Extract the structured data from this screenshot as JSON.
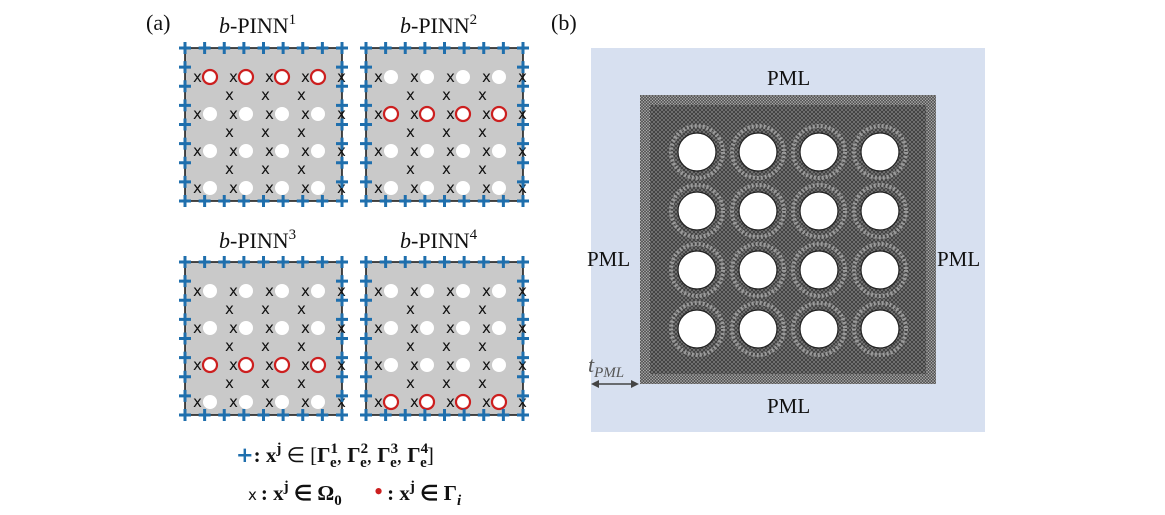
{
  "panel_a": {
    "label": "(a)",
    "subplots": [
      {
        "title_prefix": "b",
        "title_main": "-PINN",
        "title_sup": "1",
        "active_row": 0
      },
      {
        "title_prefix": "b",
        "title_main": "-PINN",
        "title_sup": "2",
        "active_row": 1
      },
      {
        "title_prefix": "b",
        "title_main": "-PINN",
        "title_sup": "3",
        "active_row": 2
      },
      {
        "title_prefix": "b",
        "title_main": "-PINN",
        "title_sup": "4",
        "active_row": 3
      }
    ],
    "grid_rows": 4,
    "grid_cols": 4,
    "interior_marker": "x"
  },
  "legend": {
    "boundary_symbol": "+",
    "boundary_text": ": x",
    "boundary_sup": "j",
    "boundary_in": " ∈ [",
    "gamma_sym": "Γ",
    "gamma_sub": "e",
    "gamma_sups": [
      "1",
      "2",
      "3",
      "4"
    ],
    "comma": ", ",
    "close": "]",
    "domain_symbol": "x",
    "domain_text": ": x",
    "domain_sup": "j",
    "domain_in": " ∈ Ω",
    "domain_sub": "0",
    "interface_symbol": "•",
    "interface_text": ": x",
    "interface_sup": "j",
    "interface_in": " ∈ Γ",
    "interface_sub": "i"
  },
  "panel_b": {
    "label": "(b)",
    "pml_top": "PML",
    "pml_bottom": "PML",
    "pml_left": "PML",
    "pml_right": "PML",
    "tpml_main": "t",
    "tpml_sub": "PML",
    "grid_rows": 4,
    "grid_cols": 4
  },
  "colors": {
    "boundary_blue": "#1f6fad",
    "interface_red": "#cc1f1f",
    "cell_gray": "#c9c9c9",
    "pml_blue": "#d7e0f0",
    "mesh_dark": "#4a4a4a"
  }
}
